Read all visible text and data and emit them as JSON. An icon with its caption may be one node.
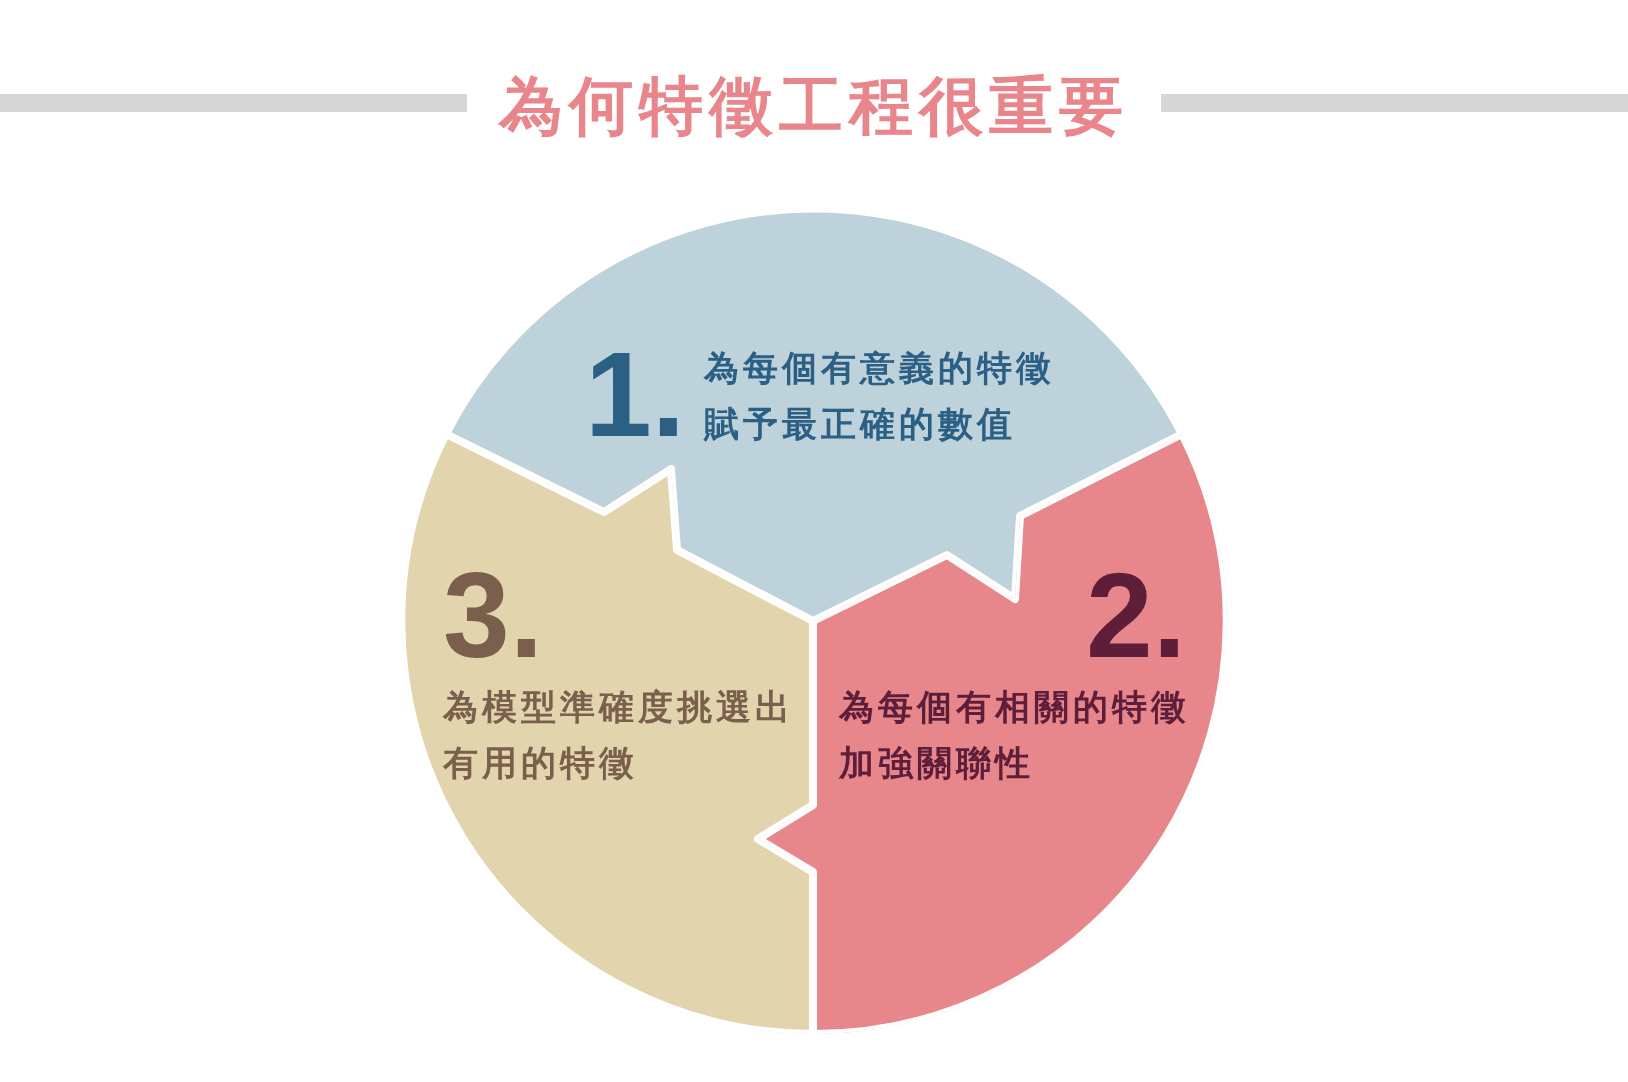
{
  "diagram": {
    "title": "為何特徵工程很重要",
    "nodes": [
      {
        "text": [],
        "shape": "bar"
      },
      {
        "text": [],
        "shape": "bar"
      },
      {
        "text": [
          "1.",
          "為每個有意義的特徵賦予最正確的數值"
        ]
      },
      {
        "text": [
          "2.",
          "為每個有相關的特徵加強關聯性"
        ]
      },
      {
        "text": [
          "3.",
          "為模型準確度挑選出有用的特徵"
        ]
      }
    ]
  }
}
